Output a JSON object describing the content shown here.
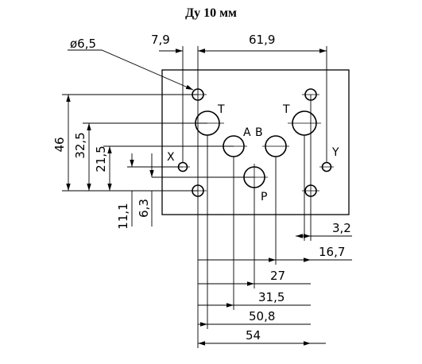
{
  "title": "Ду 10 мм",
  "dimensions": {
    "hole_dia": "ø6,5",
    "d_7_9": "7,9",
    "d_61_9": "61,9",
    "d_46": "46",
    "d_32_5": "32,5",
    "d_21_5": "21,5",
    "d_11_1": "11,1",
    "d_6_3": "6,3",
    "d_3_2": "3,2",
    "d_16_7": "16,7",
    "d_27": "27",
    "d_31_5": "31,5",
    "d_50_8": "50,8",
    "d_54": "54"
  },
  "ports": {
    "t_left": "T",
    "t_right": "T",
    "a": "A",
    "b": "B",
    "x": "X",
    "y": "Y",
    "p": "P"
  }
}
